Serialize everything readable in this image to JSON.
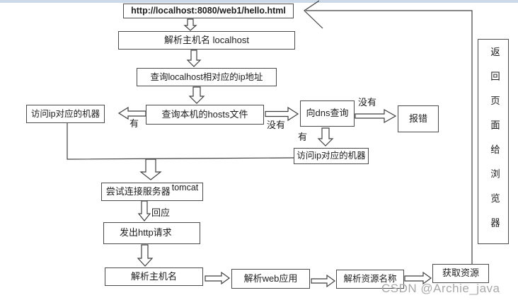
{
  "page": {
    "background": "#ffffff",
    "top_strip_color": "#ccd9e9",
    "line_color": "#3f3f3f"
  },
  "watermark": "CSDN @Archie_java",
  "flowchart": {
    "nodes": {
      "url": "http://localhost:8080/web1/hello.html",
      "parse_hostname_top": "解析主机名 localhost",
      "query_localhost_ip": "查询localhost相对应的ip地址",
      "access_ip_machine_left": "访问ip对应的机器",
      "query_hosts_file": "查询本机的hosts文件",
      "dns_query": "向dns查询",
      "error": "报错",
      "access_ip_machine_right": "访问ip对应的机器",
      "connect_server": "尝试连接服务器",
      "connect_server_sup": "tomcat",
      "http_request": "发出http请求",
      "parse_hostname_bottom": "解析主机名",
      "parse_webapp": "解析web应用",
      "parse_resource_name": "解析资源名称",
      "get_resource": "获取资源",
      "return_page_to_browser": "返回页面给浏览器"
    },
    "edge_labels": {
      "hosts_yes": "有",
      "hosts_no": "没有",
      "dns_no": "没有",
      "dns_yes": "有",
      "response": "回应"
    }
  }
}
